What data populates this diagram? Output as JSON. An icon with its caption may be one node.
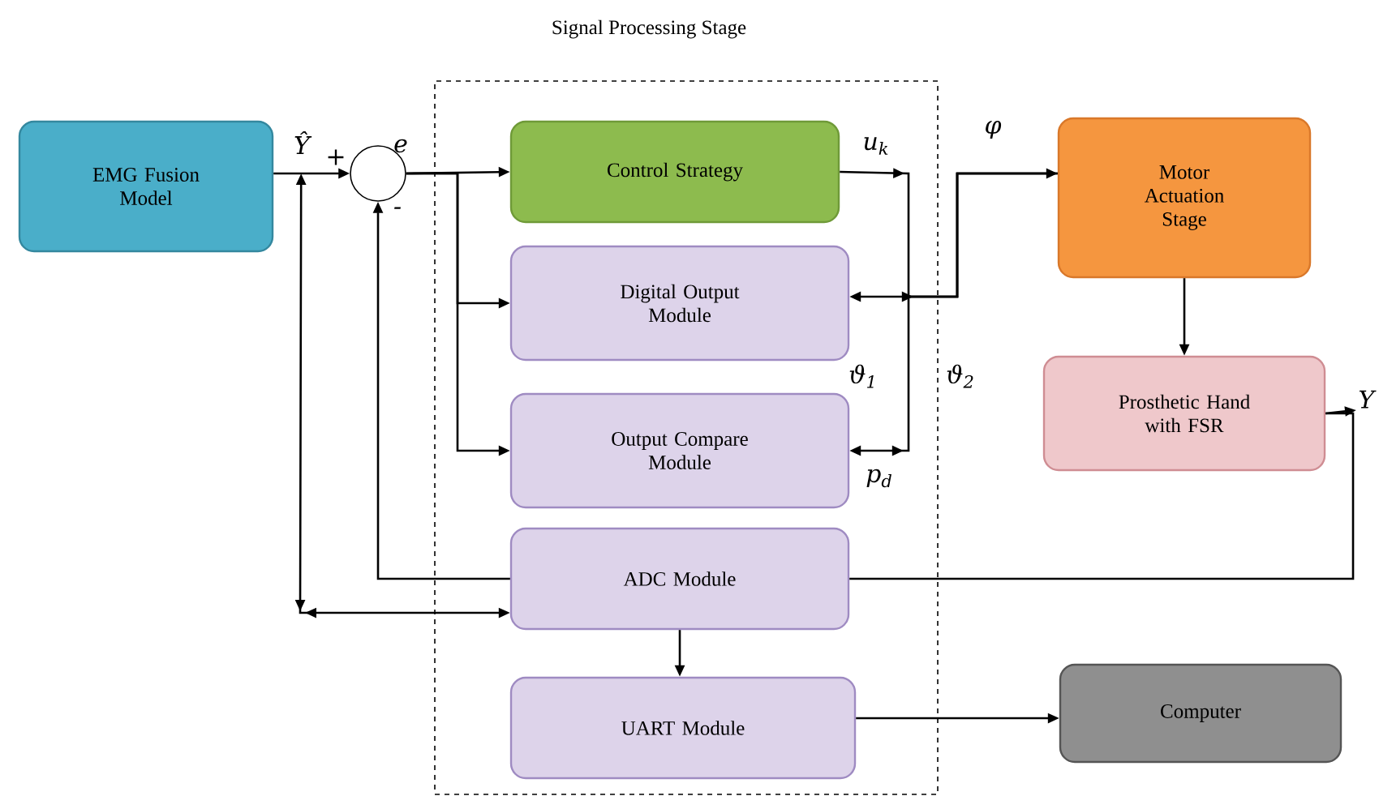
{
  "diagram": {
    "nodes": [
      {
        "text": [
          "Signal Processing Stage"
        ]
      },
      {
        "text": [
          "EMG Fusion Model"
        ]
      },
      {
        "text": [],
        "shape": "circle"
      },
      {
        "text": [
          "Control Strategy"
        ],
        "in": 0
      },
      {
        "text": [
          "Digital Output Module"
        ],
        "in": 0
      },
      {
        "text": [
          "Output Compare Module"
        ],
        "in": 0
      },
      {
        "text": [
          "ADC Module"
        ],
        "in": 0
      },
      {
        "text": [
          "UART Module"
        ],
        "in": 0
      },
      {
        "text": [
          "Motor Actuation Stage"
        ]
      },
      {
        "text": [
          "Prosthetic Hand with FSR"
        ]
      },
      {
        "text": [
          "Computer"
        ]
      },
      {
        "text": [
          "Y"
        ]
      }
    ],
    "edges": [
      {
        "from": 1,
        "to": 2,
        "arrow": "to"
      },
      {
        "from": 2,
        "to": 3,
        "arrow": "to"
      },
      {
        "from": 2,
        "to": 4,
        "arrow": "to"
      },
      {
        "from": 2,
        "to": 5,
        "arrow": "to"
      },
      {
        "from": 3,
        "to": 8,
        "arrow": "to"
      },
      {
        "from": 8,
        "to": 4,
        "arrow": "to"
      },
      {
        "from": 8,
        "to": 5,
        "arrow": "to"
      },
      {
        "from": 8,
        "to": 9,
        "arrow": "to"
      },
      {
        "from": 9,
        "to": 6,
        "arrow": "none"
      },
      {
        "from": 9,
        "to": 11,
        "arrow": "to"
      },
      {
        "from": 6,
        "to": 2,
        "arrow": "to"
      },
      {
        "from": 1,
        "to": 6,
        "arrow": "both"
      },
      {
        "from": 6,
        "to": 7,
        "arrow": "to"
      },
      {
        "from": 7,
        "to": 10,
        "arrow": "to"
      }
    ],
    "labels": [
      "Ŷ",
      "+",
      "e",
      "-",
      "u$_{k}$",
      "φ",
      "ϑ$_{1}$",
      "ϑ$_{2}$",
      "p$_{d}$"
    ]
  }
}
